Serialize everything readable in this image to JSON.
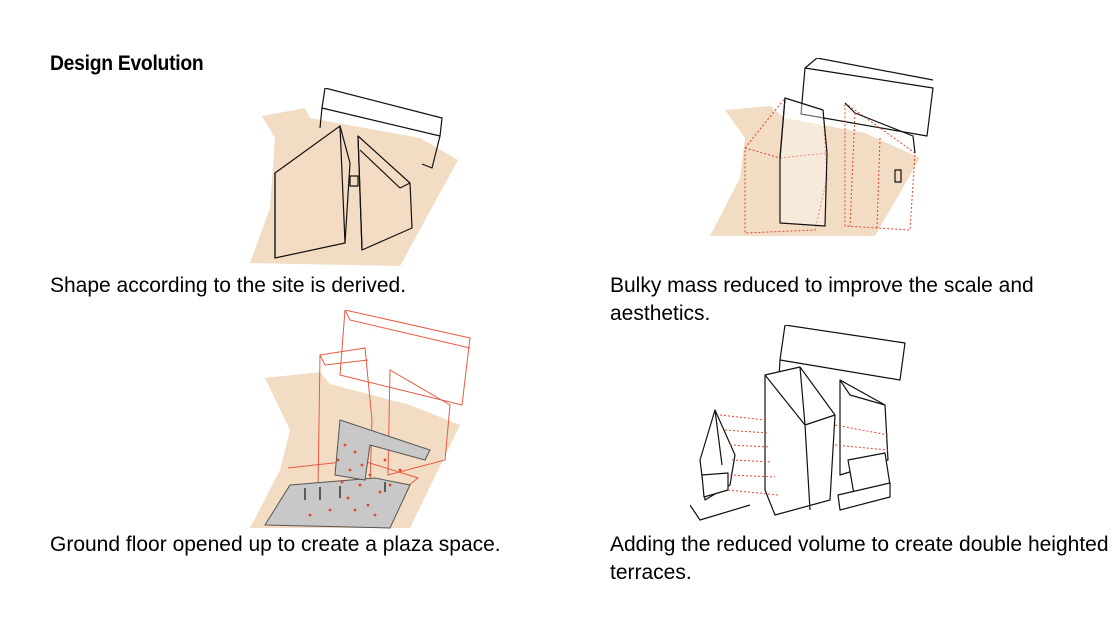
{
  "title": "Design Evolution",
  "colors": {
    "site": "#f3dcc4",
    "reduced": "#e0462f",
    "plaza": "#c8c8c8",
    "line": "#111111"
  },
  "steps": [
    {
      "caption": "Shape according to the site is derived."
    },
    {
      "caption": "Bulky mass reduced to improve the scale and aesthetics."
    },
    {
      "caption": "Ground floor opened up to create a plaza space."
    },
    {
      "caption": "Adding the reduced volume to create double heighted terraces."
    }
  ]
}
